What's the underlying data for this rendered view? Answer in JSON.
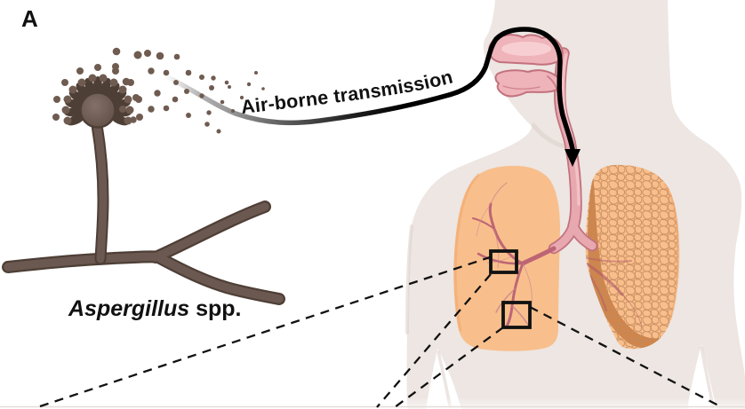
{
  "figure": {
    "panel_label": "A",
    "airborne_label": "Air-borne transmission",
    "species_name": "Aspergillus",
    "species_suffix": " spp."
  },
  "colors": {
    "ink": "#111111",
    "body": "#ede6e2",
    "lung": "#f8bf8c",
    "lung-edge": "#efa468",
    "lung-dark": "#ca7e44",
    "honeycomb-line": "#c4885a",
    "bronchi": "#bd6575",
    "trachea-fill": "#e8a8b0",
    "airway-fill": "#efb3ba",
    "airway-outline": "#c2717d",
    "fungus": "#6b5850",
    "fungus-dark": "#4e3f36",
    "spore": "#6f5b50",
    "background": "#ffffff"
  }
}
